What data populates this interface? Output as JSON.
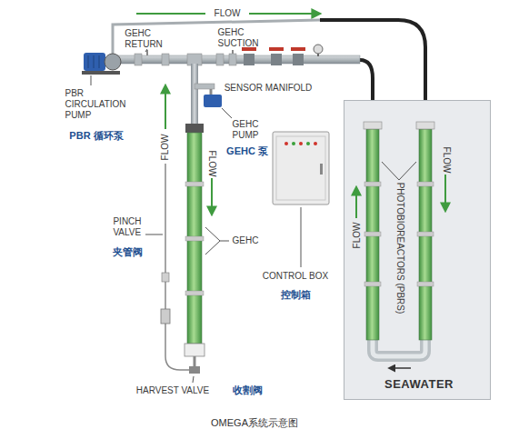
{
  "diagram": {
    "caption": "OMEGA系统示意图",
    "nodes": [
      {
        "text": [
          "SEAWATER",
          "PHOTOBIOREACTORS (PBRS)",
          "FLOW",
          "FLOW"
        ]
      }
    ],
    "labels": [
      "FLOW",
      "GEHC RETURN",
      "GEHC SUCTION",
      "PBR CIRCULATION PUMP",
      "PBR 循环泵",
      "SENSOR MANIFOLD",
      "FLOW",
      "FLOW",
      "GEHC PUMP",
      "GEHC 泵",
      "PINCH VALVE",
      "夹管阀",
      "GEHC",
      "CONTROL BOX",
      "控制箱",
      "HARVEST VALVE",
      "收割阀"
    ]
  }
}
